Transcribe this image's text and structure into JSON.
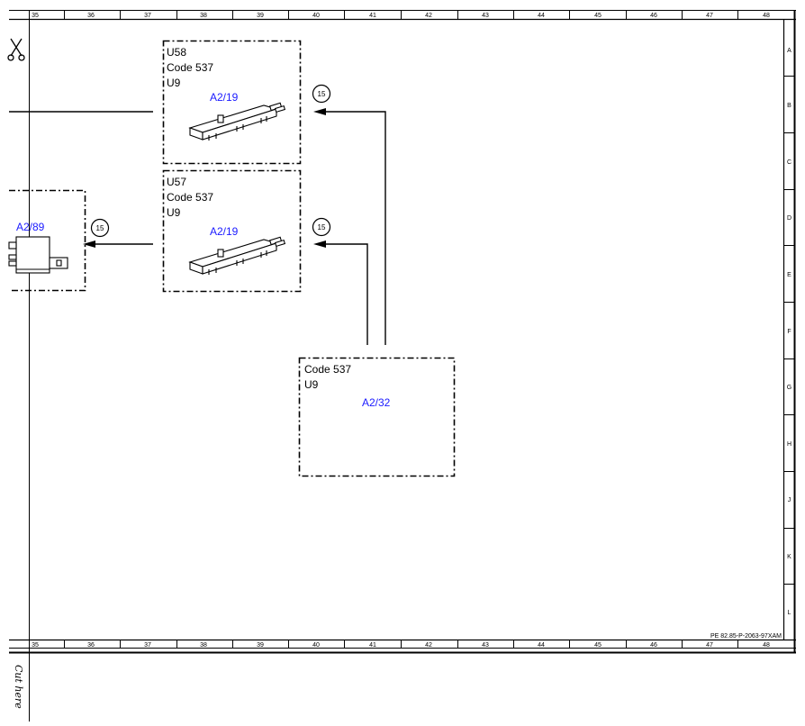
{
  "frame": {
    "columns": [
      "35",
      "36",
      "37",
      "38",
      "39",
      "40",
      "41",
      "42",
      "43",
      "44",
      "45",
      "46",
      "47",
      "48"
    ],
    "rows": [
      "A",
      "B",
      "C",
      "D",
      "E",
      "F",
      "G",
      "H",
      "J",
      "K",
      "L"
    ],
    "drawing_code": "PE 82.85-P-2063-97XAM",
    "cut_label": "Cut here"
  },
  "components": {
    "u58": {
      "designation": "U58",
      "code": "Code 537",
      "variant": "U9",
      "ref": "A2/19"
    },
    "u57": {
      "designation": "U57",
      "code": "Code 537",
      "variant": "U9",
      "ref": "A2/19"
    },
    "a2_32": {
      "code": "Code 537",
      "variant": "U9",
      "ref": "A2/32"
    },
    "a2_89": {
      "ref": "A2/89"
    }
  },
  "connectors": {
    "c1": "15",
    "c2": "15",
    "c3": "15"
  }
}
